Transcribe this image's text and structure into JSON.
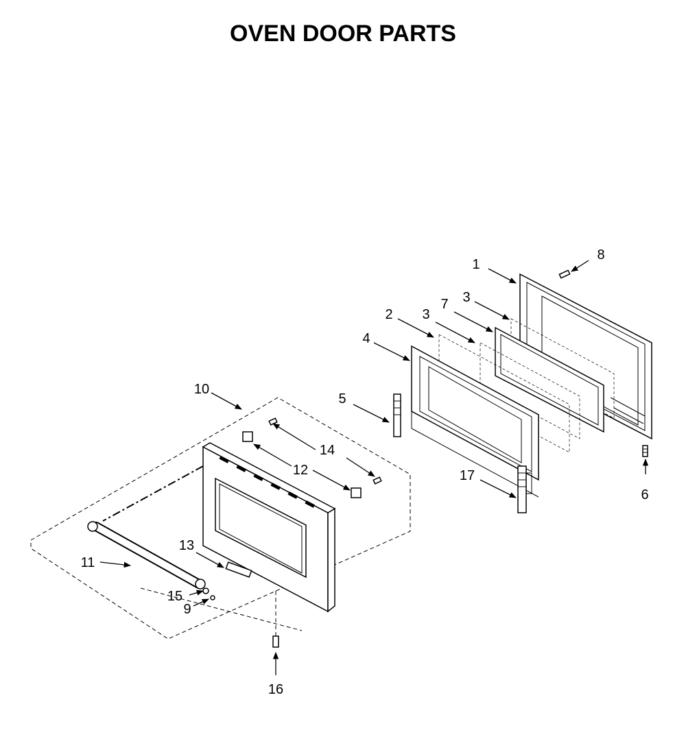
{
  "title": "OVEN DOOR PARTS",
  "callouts": {
    "c1": "1",
    "c2": "2",
    "c3a": "3",
    "c3b": "3",
    "c4": "4",
    "c5": "5",
    "c6": "6",
    "c7": "7",
    "c8": "8",
    "c9": "9",
    "c10": "10",
    "c11": "11",
    "c12": "12",
    "c13": "13",
    "c14": "14",
    "c15": "15",
    "c16": "16",
    "c17": "17"
  }
}
